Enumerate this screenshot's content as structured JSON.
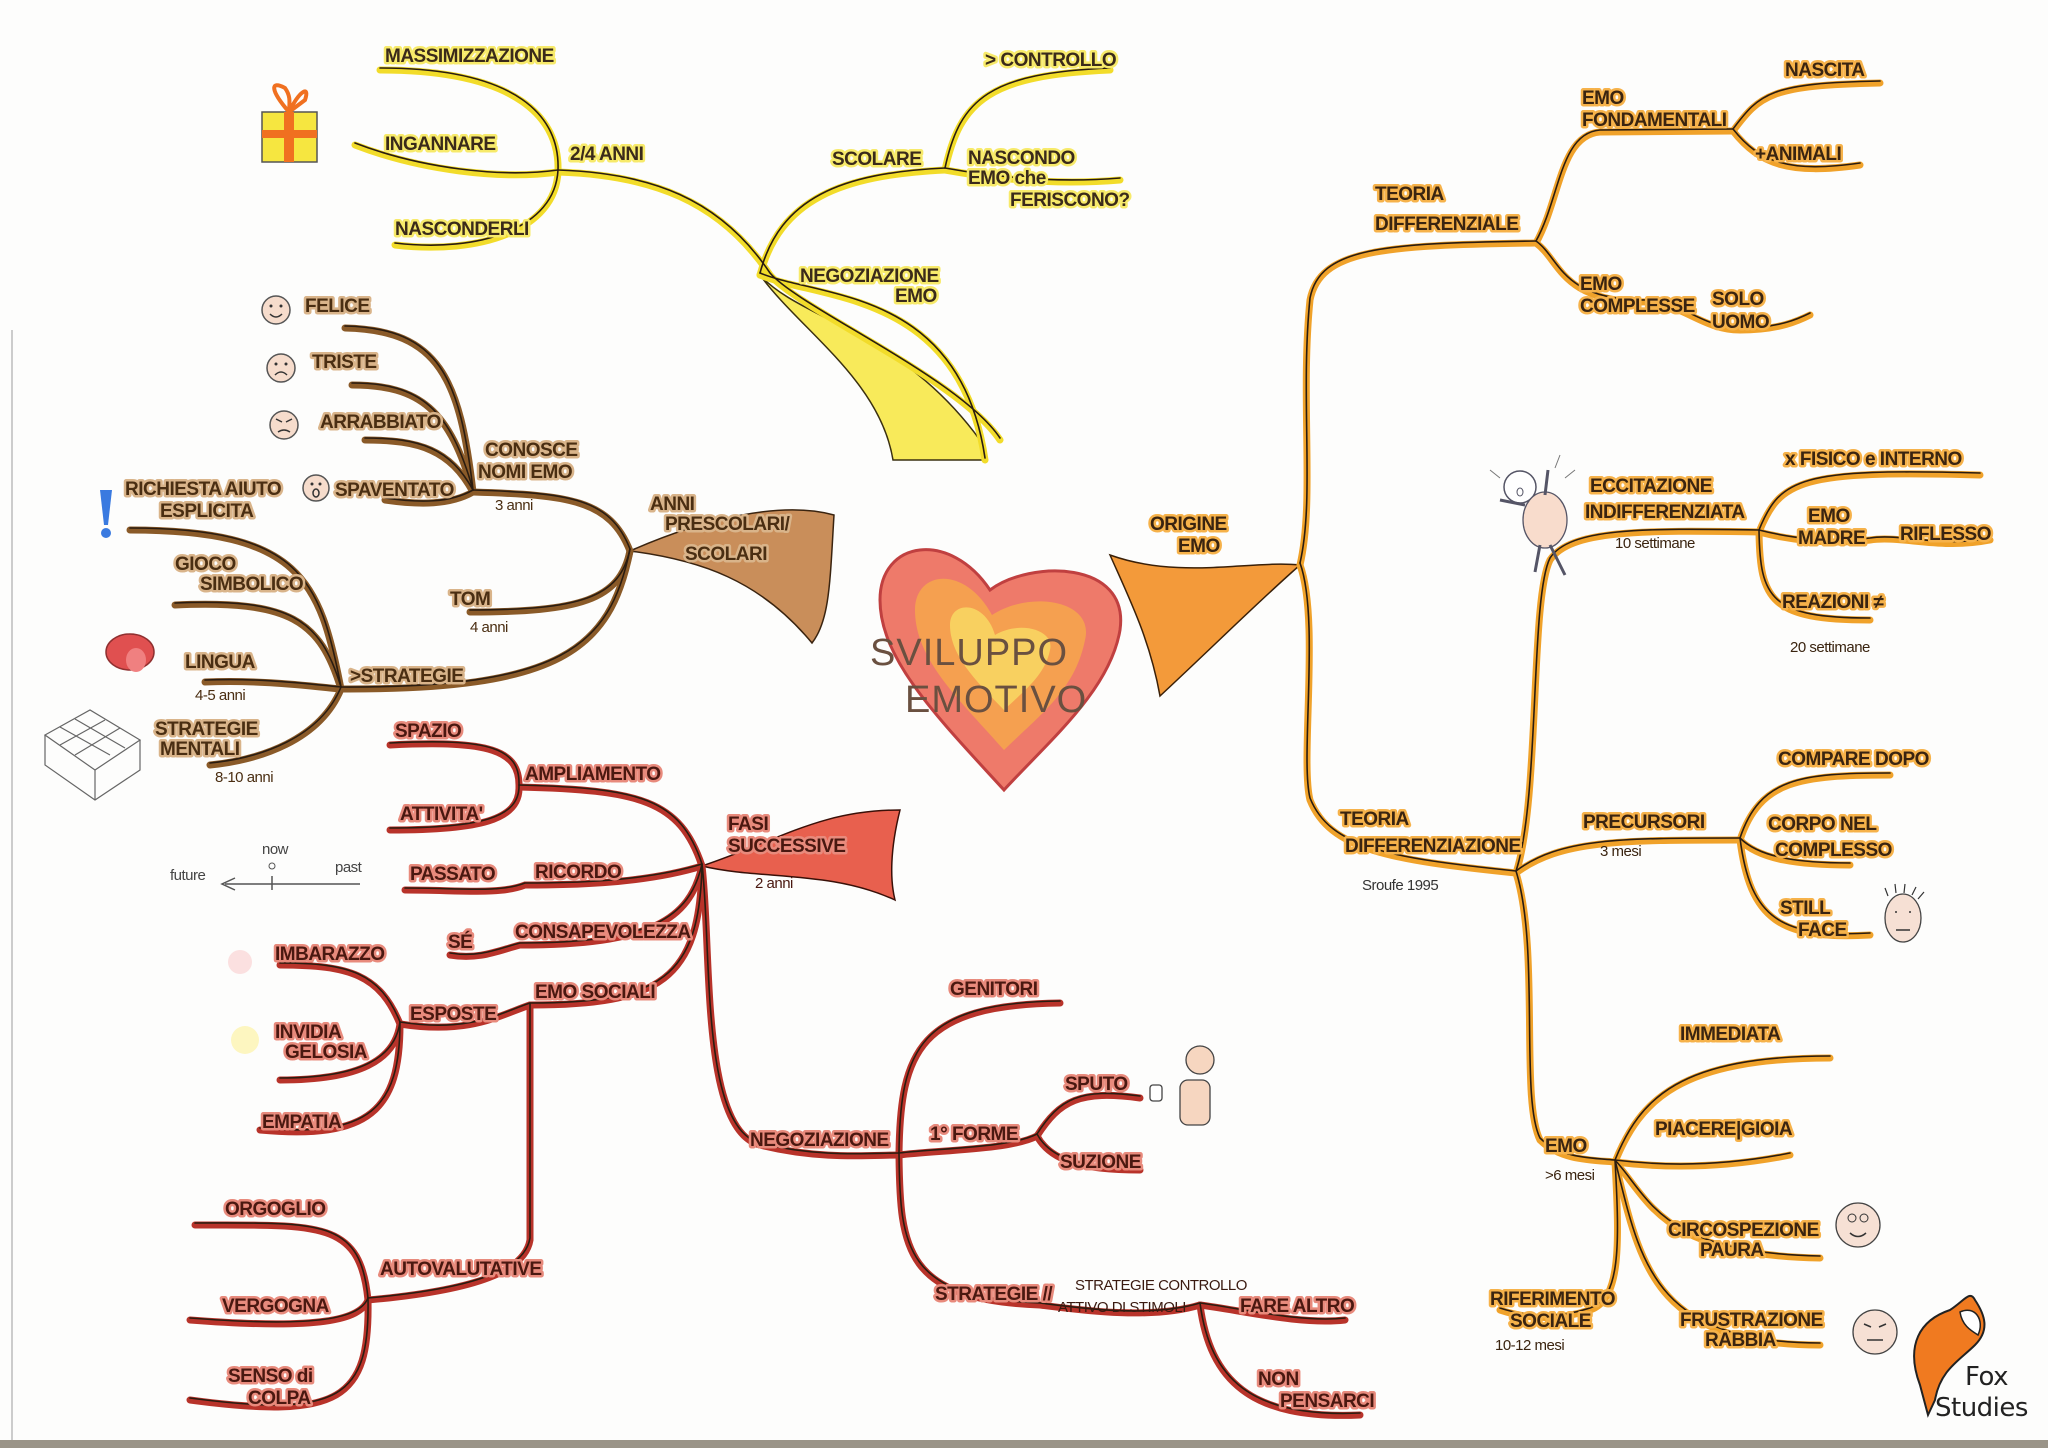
{
  "center": {
    "title_line1": "SVILUPPO",
    "title_line2": "EMOTIVO"
  },
  "colors": {
    "yellow": "#f2dc2a",
    "brown": "#8a5a28",
    "red": "#b8332a",
    "orange": "#f0a22a",
    "heart_outer": "#e8706a",
    "heart_inner": "#f7c44a"
  },
  "yellow_branch": {
    "age": "2/4 ANNI",
    "items": [
      "MASSIMIZZAZIONE",
      "INGANNARE",
      "NASCONDERLI"
    ],
    "scolare": "SCOLARE",
    "scolare_items": [
      "> CONTROLLO",
      "NASCONDO",
      "EMO che",
      "FERISCONO?"
    ],
    "negoziazione": [
      "NEGOZIAZIONE",
      "EMO"
    ]
  },
  "brown_branch": {
    "label": [
      "ANNI",
      "PRESCOLARI/",
      "SCOLARI"
    ],
    "conosce": [
      "CONOSCE",
      "NOMI EMO",
      "3 anni"
    ],
    "emotions": [
      "FELICE",
      "TRISTE",
      "ARRABBIATO",
      "SPAVENTATO"
    ],
    "tom": [
      "TOM",
      "4 anni"
    ],
    "strategie": ">STRATEGIE",
    "strategie_items": [
      "RICHIESTA AIUTO",
      "ESPLICITA",
      "GIOCO",
      "SIMBOLICO",
      "LINGUA",
      "4-5 anni",
      "STRATEGIE",
      "MENTALI",
      "8-10 anni"
    ]
  },
  "red_branch": {
    "label": [
      "FASI",
      "SUCCESSIVE",
      "2 anni"
    ],
    "ampliamento": "AMPLIAMENTO",
    "ampliamento_items": [
      "SPAZIO",
      "ATTIVITA'"
    ],
    "ricordo": "RICORDO",
    "passato": "PASSATO",
    "timeline": {
      "future": "future",
      "now": "now",
      "past": "past"
    },
    "consapevolezza": "CONSAPEVOLEZZA",
    "se": "SÉ",
    "emo_sociali": "EMO SOCIALI",
    "esposte": "ESPOSTE",
    "esposte_items": [
      "IMBARAZZO",
      "INVIDIA",
      "GELOSIA",
      "EMPATIA"
    ],
    "autovalutative": "AUTOVALUTATIVE",
    "autovalutative_items": [
      "ORGOGLIO",
      "VERGOGNA",
      "SENSO di",
      "COLPA"
    ],
    "negoziazione": "NEGOZIAZIONE",
    "genitori": "GENITORI",
    "prime_forme": "1° FORME",
    "prime_forme_items": [
      "SPUTO",
      "SUZIONE"
    ],
    "strategie": "STRATEGIE //",
    "strategie_controllo": [
      "STRATEGIE CONTROLLO",
      "ATTIVO DI STIMOLI"
    ],
    "strategie_items": [
      "FARE ALTRO",
      "NON",
      "PENSARCI"
    ]
  },
  "orange_branch": {
    "label": [
      "ORIGINE",
      "EMO"
    ],
    "teoria_diff": [
      "TEORIA",
      "DIFFERENZIALE"
    ],
    "emo_fond": [
      "EMO",
      "FONDAMENTALI"
    ],
    "emo_fond_items": [
      "NASCITA",
      "+ANIMALI"
    ],
    "emo_complesse": [
      "EMO",
      "COMPLESSE"
    ],
    "solo_uomo": [
      "SOLO",
      "UOMO"
    ],
    "teoria_differenziazione": [
      "TEORIA",
      "DIFFERENZIAZIONE"
    ],
    "sroufe": "Sroufe 1995",
    "eccitazione": [
      "ECCITAZIONE",
      "INDIFFERENZIATA",
      "10 settimane"
    ],
    "eccitazione_items": [
      "x FISICO e INTERNO",
      "EMO",
      "MADRE",
      "RIFLESSO",
      "REAZIONI ≠",
      "20 settimane"
    ],
    "precursori": [
      "PRECURSORI",
      "3 mesi"
    ],
    "precursori_items": [
      "COMPARE DOPO",
      "CORPO NEL",
      "COMPLESSO",
      "STILL",
      "FACE"
    ],
    "emo": [
      "EMO",
      ">6 mesi"
    ],
    "emo_items": [
      "IMMEDIATA",
      "PIACERE|GIOIA",
      "CIRCOSPEZIONE",
      "PAURA",
      "FRUSTRAZIONE",
      "RABBIA"
    ],
    "riferimento": [
      "RIFERIMENTO",
      "SOCIALE",
      "10-12 mesi"
    ]
  },
  "logo": {
    "line1": "Fox",
    "line2": "Studies"
  }
}
